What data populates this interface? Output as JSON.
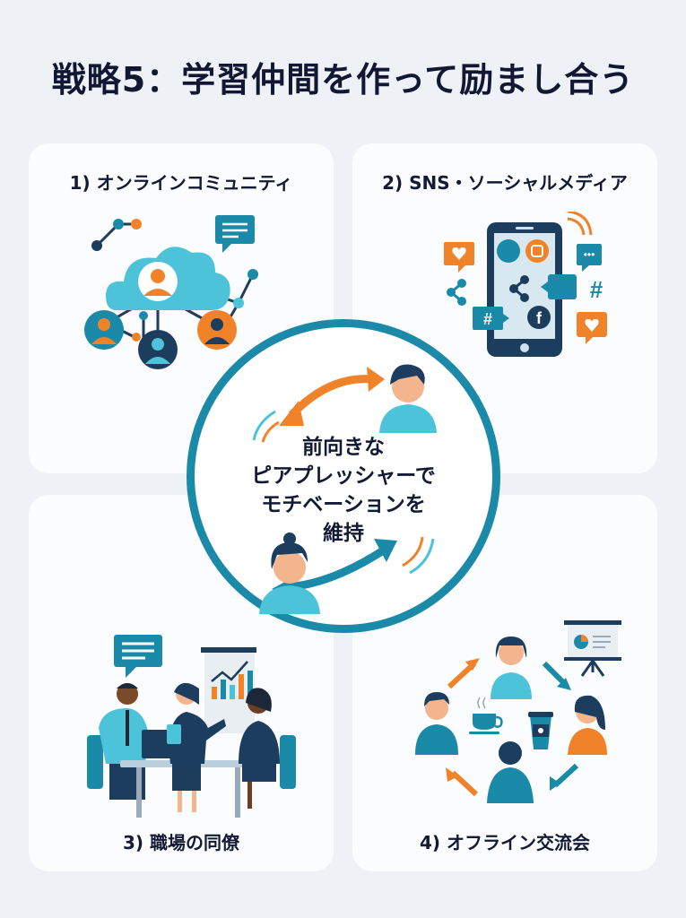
{
  "title": "戦略5：学習仲間を作って励まし合う",
  "colors": {
    "background": "#eef2f6",
    "card": "#fbfcfd",
    "teal": "#1a8aa8",
    "light_teal": "#4cc3d9",
    "orange": "#f0832a",
    "navy": "#1c3d5e",
    "text": "#141a33"
  },
  "cards": [
    {
      "label": "1) オンラインコミュニティ",
      "icon": "cloud-network-icon"
    },
    {
      "label": "2) SNS・ソーシャルメディア",
      "icon": "smartphone-social-icon"
    },
    {
      "label": "3) 職場の同僚",
      "icon": "office-meeting-icon"
    },
    {
      "label": "4) オフライン交流会",
      "icon": "meetup-circle-icon"
    }
  ],
  "center": {
    "lines": [
      "前向きな",
      "ピアプレッシャーで",
      "モチベーションを",
      "維持"
    ]
  }
}
